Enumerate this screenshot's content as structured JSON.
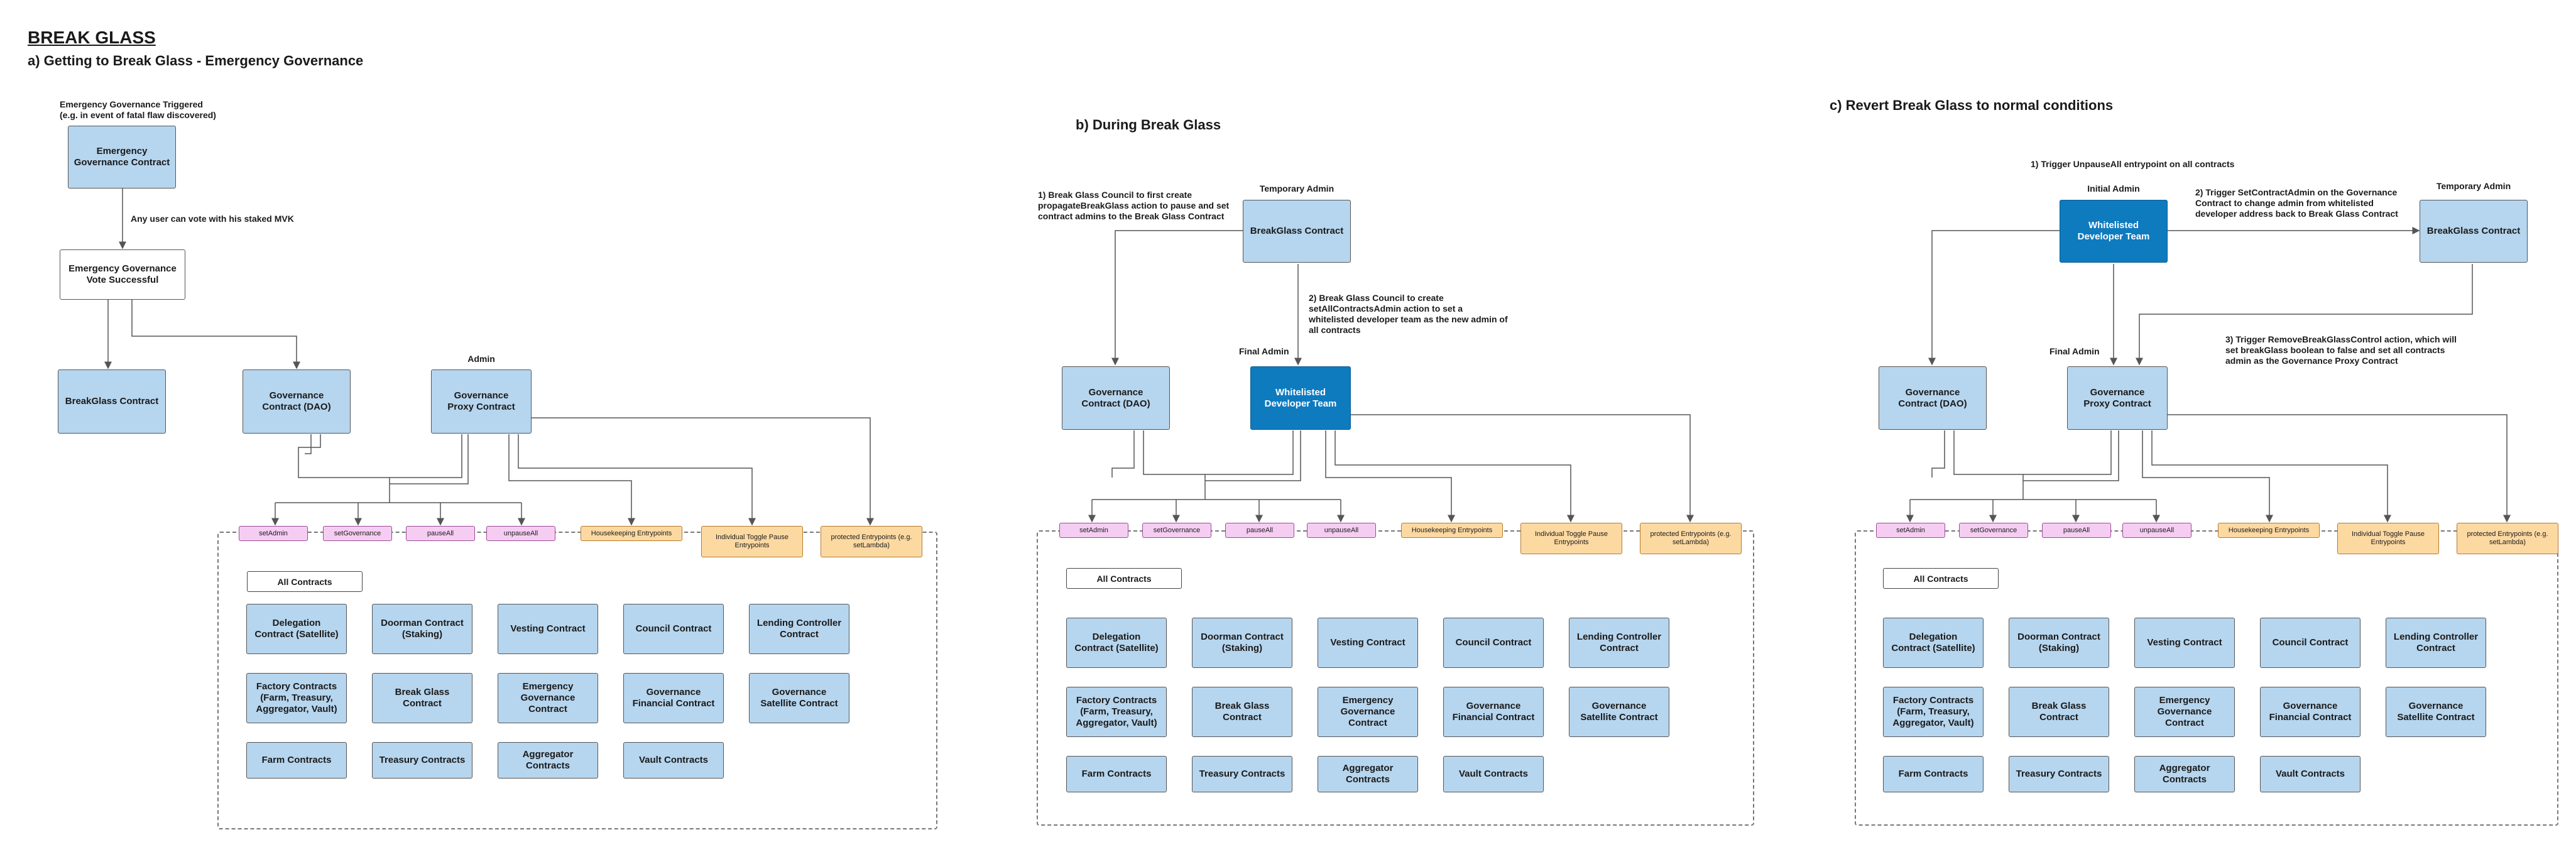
{
  "title": "BREAK GLASS",
  "a": {
    "heading": "a) Getting to Break Glass - Emergency Governance",
    "trigger_note": [
      "Emergency Governance Triggered",
      "(e.g. in event of fatal flaw discovered)"
    ],
    "emergency_contract": "Emergency Governance Contract",
    "vote_note": "Any user can vote with his staked MVK",
    "vote_successful": "Emergency Governance Vote Successful",
    "breakglass_contract": "BreakGlass Contract",
    "governance_contract": "Governance Contract (DAO)",
    "admin_label": "Admin",
    "proxy_contract": "Governance Proxy Contract"
  },
  "b": {
    "heading": "b) During Break Glass",
    "note1": "1) Break Glass Council to first create propagateBreakGlass action to pause and set contract admins to the Break Glass Contract",
    "temp_admin_label": "Temporary Admin",
    "breakglass_contract": "BreakGlass Contract",
    "note2": "2) Break Glass Council to create setAllContractsAdmin action to set a whitelisted developer team as the new admin of all contracts",
    "final_admin_label": "Final Admin",
    "governance_contract": "Governance Contract (DAO)",
    "dev_team": "Whitelisted Developer Team"
  },
  "c": {
    "heading": "c) Revert Break Glass to normal conditions",
    "note1": "1) Trigger UnpauseAll entrypoint on all contracts",
    "initial_admin_label": "Initial Admin",
    "dev_team": "Whitelisted Developer Team",
    "note2": "2) Trigger SetContractAdmin on the Governance Contract to change admin from whitelisted developer address back to Break Glass Contract",
    "temp_admin_label": "Temporary Admin",
    "breakglass_contract": "BreakGlass Contract",
    "note3": "3) Trigger RemoveBreakGlassControl action, which will set breakGlass boolean to false and set all contracts admin as the Governance Proxy Contract",
    "final_admin_label": "Final Admin",
    "governance_contract": "Governance Contract (DAO)",
    "proxy_contract": "Governance Proxy Contract"
  },
  "entrypoints": {
    "pink": [
      "setAdmin",
      "setGovernance",
      "pauseAll",
      "unpauseAll"
    ],
    "orange": [
      "Housekeeping Entrypoints",
      "Individual Toggle Pause Entrypoints",
      "protected Entrypoints (e.g. setLambda)"
    ]
  },
  "all_contracts_label": "All Contracts",
  "contracts": [
    [
      "Delegation Contract (Satellite)",
      "Doorman Contract (Staking)",
      "Vesting Contract",
      "Council Contract",
      "Lending Controller Contract"
    ],
    [
      "Factory Contracts (Farm, Treasury, Aggregator, Vault)",
      "Break Glass Contract",
      "Emergency Governance Contract",
      "Governance Financial Contract",
      "Governance Satellite Contract"
    ],
    [
      "Farm Contracts",
      "Treasury Contracts",
      "Aggregator Contracts",
      "Vault Contracts"
    ]
  ],
  "colors": {
    "blue_box": "#b6d5ee",
    "dark_box": "#0e7bbf",
    "pink_box": "#f6cdf2",
    "orange_box": "#fdd9a2"
  }
}
